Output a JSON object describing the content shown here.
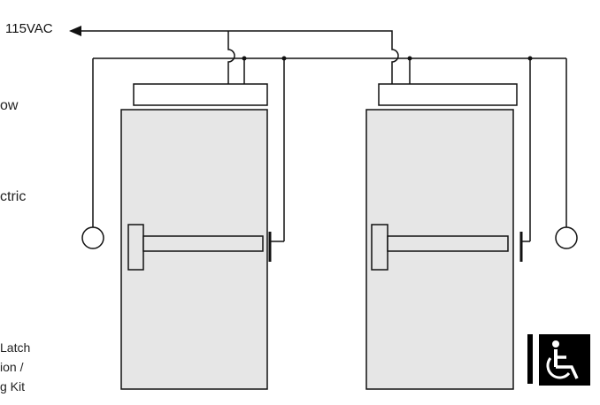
{
  "power": {
    "label": "115VAC"
  },
  "side_labels": {
    "line1": "ow",
    "line2": "ctric",
    "line3a": "Latch",
    "line3b": "ion /",
    "line3c": "g Kit"
  },
  "accessibility": {
    "icon": "wheelchair-icon"
  },
  "colors": {
    "door_fill": "#e6e6e6",
    "stroke": "#111111",
    "symbol_bg": "#000000",
    "symbol_fg": "#ffffff"
  }
}
